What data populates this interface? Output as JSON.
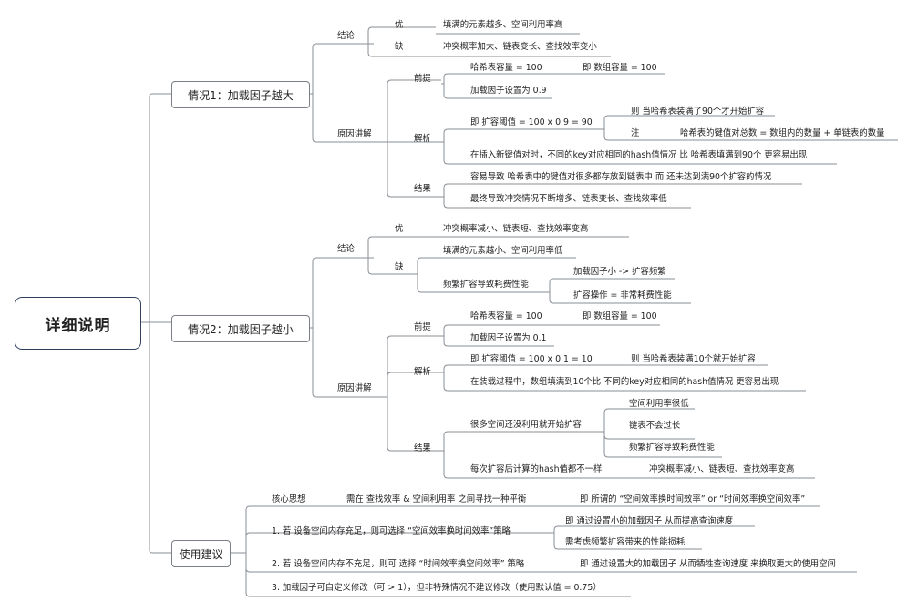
{
  "root": "详细说明",
  "case1": {
    "title": "情况1：加载因子越大",
    "conclusion": "结论",
    "pro": "优",
    "pro_text": "填满的元素越多、空间利用率高",
    "con": "缺",
    "con_text": "冲突概率加大、链表变长、查找效率变小",
    "reason": "原因讲解",
    "premise": "前提",
    "premise_a": "哈希表容量 = 100",
    "premise_a2": "即 数组容量 = 100",
    "premise_b": "加载因子设置为 0.9",
    "analysis": "解析",
    "threshold": "即 扩容阈值 = 100 x 0.9 = 90",
    "threshold_then": "则 当哈希表装满了90个才开始扩容",
    "note": "注",
    "note_text": "哈希表的键值对总数 = 数组内的数量 + 单链表的数量",
    "analysis_text": "在插入新键值对时，不同的key对应相同的hash值情况 比 哈希表填满到90个 更容易出现",
    "result": "结果",
    "result_a": "容易导致 哈希表中的键值对很多都存放到链表中 而 还未达到满90个扩容的情况",
    "result_b": "最终导致冲突情况不断增多、链表变长、查找效率低"
  },
  "case2": {
    "title": "情况2：加载因子越小",
    "conclusion": "结论",
    "pro": "优",
    "pro_text": "冲突概率减小、链表短、查找效率变高",
    "con": "缺",
    "con_a": "填满的元素越小、空间利用率低",
    "con_b": "频繁扩容导致耗费性能",
    "con_b1": "加载因子小 -> 扩容频繁",
    "con_b2": "扩容操作 = 非常耗费性能",
    "reason": "原因讲解",
    "premise": "前提",
    "premise_a": "哈希表容量 = 100",
    "premise_a2": "即 数组容量 = 100",
    "premise_b": "加载因子设置为 0.1",
    "analysis": "解析",
    "threshold": "即 扩容阈值 = 100 x 0.1 = 10",
    "threshold_then": "则 当哈希表装满10个就开始扩容",
    "analysis_text": "在装载过程中，数组填满到10个比 不同的key对应相同的hash值情况 更容易出现",
    "result": "结果",
    "result_a": "很多空间还没利用就开始扩容",
    "result_a1": "空间利用率很低",
    "result_a2": "链表不会过长",
    "result_a3": "频繁扩容导致耗费性能",
    "result_b": "每次扩容后计算的hash值都不一样",
    "result_b1": "冲突概率减小、链表短、查找效率变高"
  },
  "advice": {
    "title": "使用建议",
    "core": "核心思想",
    "core_text": "需在 查找效率 &  空间利用率 之间寻找一种平衡",
    "core_text2": "即 所谓的 “空间效率换时间效率” or “时间效率换空间效率”",
    "item1": "1. 若 设备空间内存充足，则可选择 “空间效率换时间效率”策略",
    "item1_a": "即 通过设置小的加载因子 从而提高查询速度",
    "item1_b": "需考虑频繁扩容带来的性能损耗",
    "item2": "2. 若 设备空间内存不充足，则可 选择 “时间效率换空间效率” 策略",
    "item2_a": "即 通过设置大的加载因子 从而牺牲查询速度 来换取更大的使用空间",
    "item3": "3. 加载因子可自定义修改（可 > 1），但非特殊情况不建议修改（使用默认值 = 0.75）"
  },
  "colors": {
    "line": "#8a8f96",
    "root_border": "#2f3f5c",
    "box_border": "#7a7f86"
  }
}
